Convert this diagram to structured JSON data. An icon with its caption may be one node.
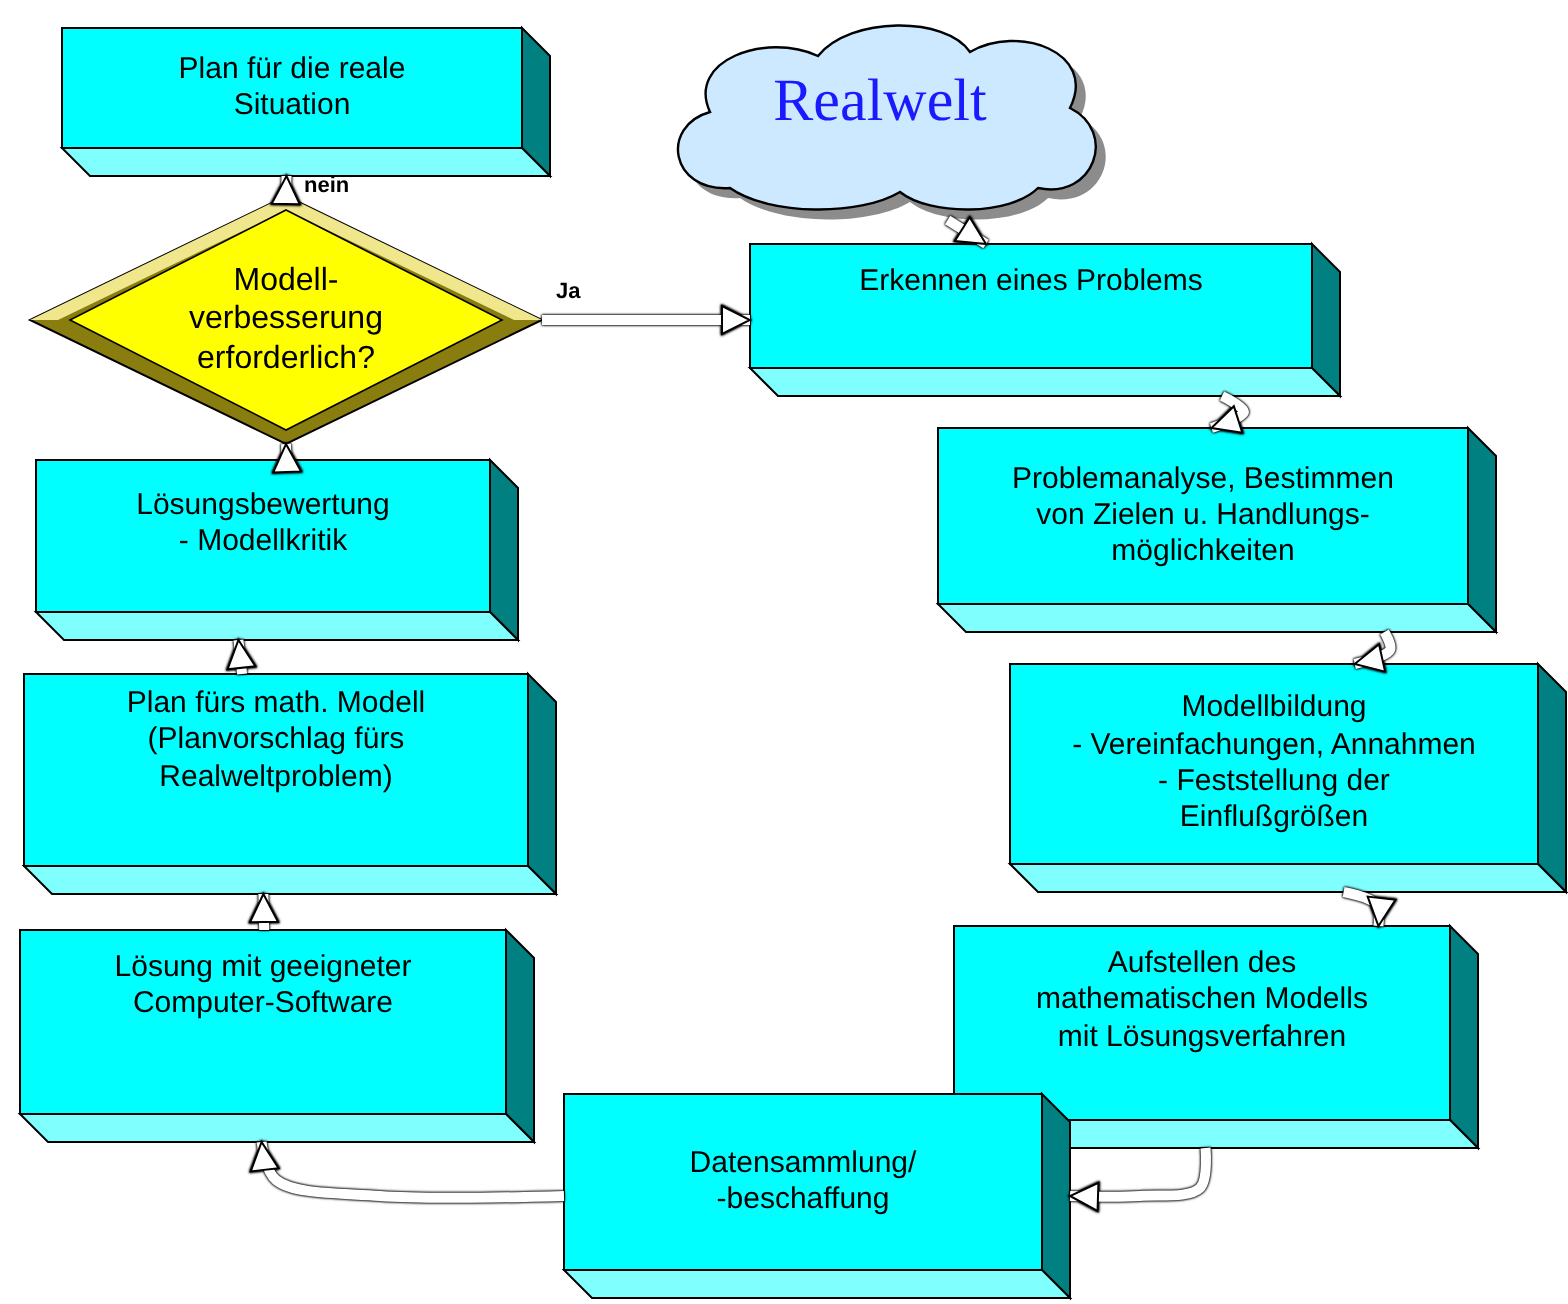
{
  "diagram": {
    "nodes": [
      {
        "text": [
          "Plan für die reale Situation"
        ]
      },
      {
        "text": [
          "Realwelt"
        ]
      },
      {
        "text": [
          "Modell- verbesserung erforderlich?"
        ]
      },
      {
        "text": [
          "Erkennen eines Problems"
        ]
      },
      {
        "text": [
          "Problemanalyse, Bestimmen von Zielen u. Handlungs- möglichkeiten"
        ]
      },
      {
        "text": [
          "Modellbildung",
          "- Vereinfachungen, Annahmen",
          "- Feststellung der Einflußgrößen"
        ]
      },
      {
        "text": [
          "Aufstellen des mathematischen Modells mit Lösungsverfahren"
        ]
      },
      {
        "text": [
          "Datensammlung/ -beschaffung"
        ]
      },
      {
        "text": [
          "Lösung mit geeigneter Computer-Software"
        ]
      },
      {
        "text": [
          "Plan fürs math. Modell",
          "(Planvorschlag fürs Realweltproblem)"
        ]
      },
      {
        "text": [
          "Lösungsbewertung",
          "- Modellkritik"
        ]
      }
    ],
    "edges": [
      {
        "from": 1,
        "to": 3,
        "arrow": "to"
      },
      {
        "from": 3,
        "to": 4,
        "arrow": "to"
      },
      {
        "from": 4,
        "to": 5,
        "arrow": "to"
      },
      {
        "from": 5,
        "to": 6,
        "arrow": "to"
      },
      {
        "from": 6,
        "to": 7,
        "arrow": "to"
      },
      {
        "from": 7,
        "to": 8,
        "arrow": "to"
      },
      {
        "from": 8,
        "to": 9,
        "arrow": "to"
      },
      {
        "from": 9,
        "to": 10,
        "arrow": "to"
      },
      {
        "from": 10,
        "to": 2,
        "arrow": "to"
      },
      {
        "from": 2,
        "to": 0,
        "label": "nein",
        "arrow": "to"
      },
      {
        "from": 2,
        "to": 3,
        "label": "Ja",
        "arrow": "to"
      }
    ]
  }
}
